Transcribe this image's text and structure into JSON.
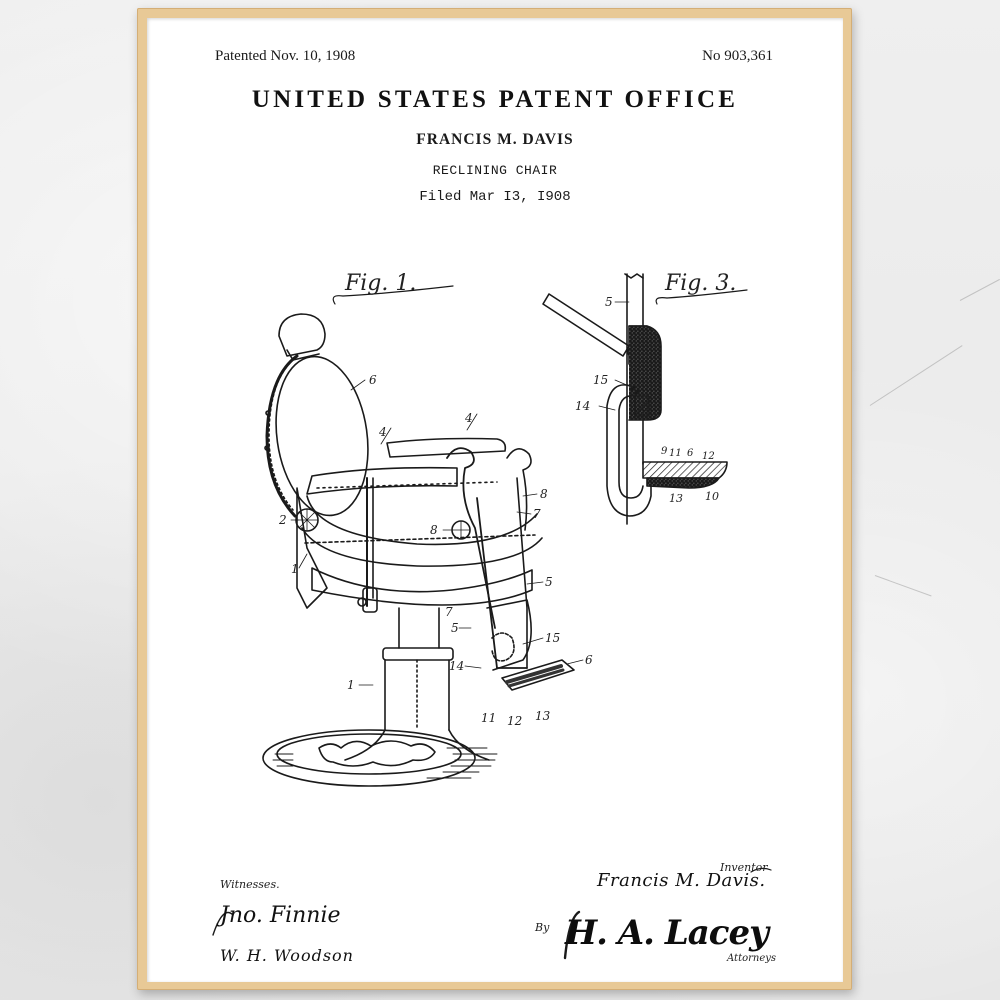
{
  "poster": {
    "patented": "Patented Nov. 10, 1908",
    "patent_number": "No 903,361",
    "office": "UNITED STATES PATENT OFFICE",
    "inventor": "FRANCIS M. DAVIS",
    "title": "RECLINING CHAIR",
    "filed": "Filed Mar I3, I908"
  },
  "figures": [
    {
      "label": "Fig. 1.",
      "parts": [
        "6",
        "4",
        "4",
        "8",
        "7",
        "2",
        "8",
        "1",
        "5",
        "7",
        "5",
        "15",
        "14",
        "6",
        "1",
        "11",
        "12",
        "13"
      ]
    },
    {
      "label": "Fig. 3.",
      "parts": [
        "5",
        "15",
        "14",
        "9",
        "11",
        "6",
        "12",
        "13",
        "10"
      ]
    }
  ],
  "signatures": {
    "witnesses_caption": "Witnesses.",
    "witness_1": "Jno. Finnie",
    "witness_2": "W. H. Woodson",
    "inventor_caption": "Inventor",
    "inventor_signature": "Francis M. Davis.",
    "by_caption": "By",
    "attorney_signature": "H. A. Lacey",
    "attorneys_caption": "Attorneys"
  },
  "colors": {
    "frame": "#e8c996",
    "paper": "#ffffff",
    "ink": "#111111",
    "wall": "#ececec"
  }
}
